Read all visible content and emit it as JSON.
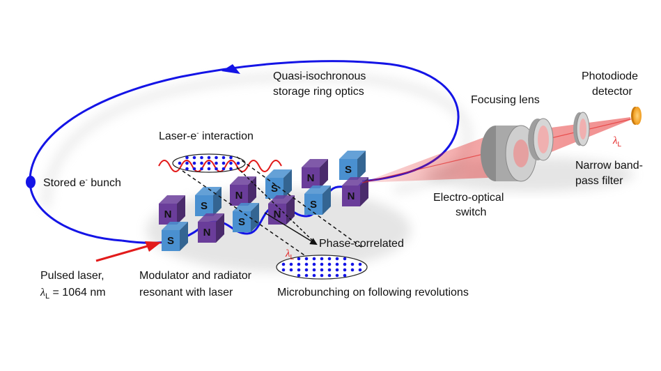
{
  "labels": {
    "ring_optics_1": "Quasi-isochronous",
    "ring_optics_2": "storage ring optics",
    "stored_bunch": "Stored e",
    "stored_bunch_sup": "-",
    "stored_bunch_tail": " bunch",
    "interaction": "Laser-e",
    "interaction_sup": "-",
    "interaction_tail": " interaction",
    "pulsed_laser_1": "Pulsed laser,",
    "pulsed_laser_lambda": "λ",
    "pulsed_laser_sub": "L",
    "pulsed_laser_2": " = 1064 nm",
    "modulator_1": "Modulator and radiator",
    "modulator_2": "resonant with laser",
    "phase_correlated": "Phase-correlated",
    "microbunching": "Microbunching on following revolutions",
    "lambda_center": "λ",
    "lambda_center_sub": "L",
    "lambda_right": "λ",
    "lambda_right_sub": "L",
    "electro_optical_1": "Electro-optical",
    "electro_optical_2": "switch",
    "focusing_lens": "Focusing lens",
    "photodiode_1": "Photodiode",
    "photodiode_2": "detector",
    "filter_1": "Narrow band-",
    "filter_2": "pass filter"
  },
  "magnets": [
    "N",
    "S",
    "S",
    "N",
    "N",
    "S",
    "S",
    "N",
    "N",
    "S",
    "S",
    "N"
  ],
  "colors": {
    "beam": "#1414e6",
    "laser": "#e21b1b",
    "magnet_n": "#6a3d9a",
    "magnet_s": "#4a90d0",
    "detector": "#f5a623"
  }
}
